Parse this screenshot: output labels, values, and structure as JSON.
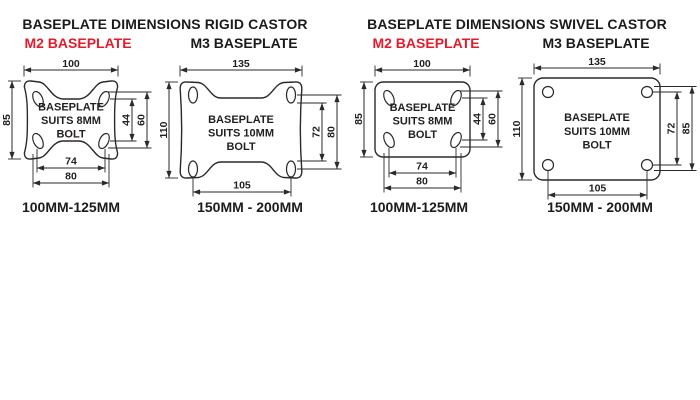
{
  "colors": {
    "accent_red": "#e51b2d",
    "line_color": "#2b2a29",
    "text_color": "#231f20"
  },
  "sections": [
    {
      "title": "BASEPLATE DIMENSIONS RIGID CASTOR"
    },
    {
      "title": "BASEPLATE DIMENSIONS SWIVEL CASTOR"
    }
  ],
  "diagrams": [
    {
      "label": "M2 BASEPLATE",
      "bolt_line1": "BASEPLATE",
      "bolt_line2": "SUITS 8MM",
      "bolt_line3": "BOLT",
      "dim_top": "100",
      "dim_left": "85",
      "dim_right_inner": "44",
      "dim_right_outer": "60",
      "dim_bottom_inner": "74",
      "dim_bottom_outer": "80",
      "wheel_range": "100MM-125MM"
    },
    {
      "label": "M3 BASEPLATE",
      "bolt_line1": "BASEPLATE",
      "bolt_line2": "SUITS 10MM",
      "bolt_line3": "BOLT",
      "dim_top": "135",
      "dim_left": "110",
      "dim_right_inner": "72",
      "dim_right_outer": "80",
      "dim_bottom": "105",
      "wheel_range": "150MM - 200MM"
    },
    {
      "label": "M2 BASEPLATE",
      "bolt_line1": "BASEPLATE",
      "bolt_line2": "SUITS 8MM",
      "bolt_line3": "BOLT",
      "dim_top": "100",
      "dim_left": "85",
      "dim_right_inner": "44",
      "dim_right_outer": "60",
      "dim_bottom_inner": "74",
      "dim_bottom_outer": "80",
      "wheel_range": "100MM-125MM"
    },
    {
      "label": "M3 BASEPLATE",
      "bolt_line1": "BASEPLATE",
      "bolt_line2": "SUITS 10MM",
      "bolt_line3": "BOLT",
      "dim_top": "135",
      "dim_left": "110",
      "dim_right_inner": "72",
      "dim_right_outer": "85",
      "dim_bottom": "105",
      "wheel_range": "150MM - 200MM"
    }
  ]
}
